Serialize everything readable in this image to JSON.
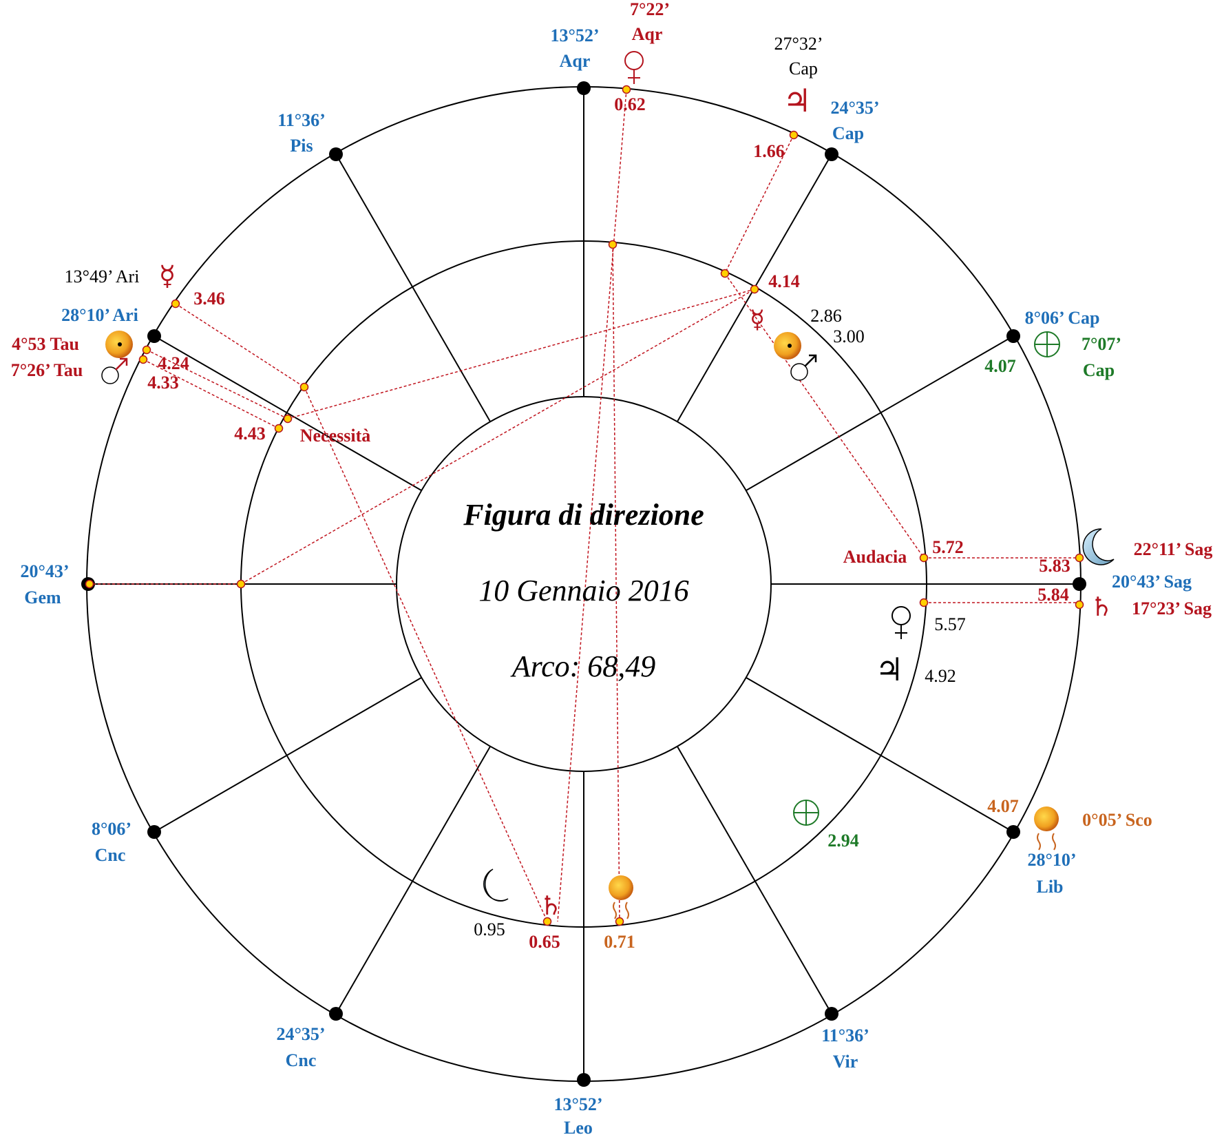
{
  "center": {
    "title": "Figura di direzione",
    "date": "10 Gennaio 2016",
    "arc": "Arco: 68,49"
  },
  "cusps": [
    {
      "deg": "13°52’",
      "sign": "Aqr"
    },
    {
      "deg": "11°36’",
      "sign": "Pis"
    },
    {
      "deg": "28°10’ Ari",
      "sign": ""
    },
    {
      "deg": "20°43’",
      "sign": "Gem"
    },
    {
      "deg": "8°06’",
      "sign": "Cnc"
    },
    {
      "deg": "24°35’",
      "sign": "Cnc"
    },
    {
      "deg": "13°52’",
      "sign": "Leo"
    },
    {
      "deg": "11°36’",
      "sign": "Vir"
    },
    {
      "deg": "28°10’",
      "sign": "Lib"
    },
    {
      "deg": "20°43’ Sag",
      "sign": ""
    },
    {
      "deg": "8°06’ Cap",
      "sign": ""
    },
    {
      "deg": "24°35’",
      "sign": "Cap"
    }
  ],
  "planet_labels": {
    "venus_top": {
      "deg": "7°22’",
      "sign": "Aqr",
      "value": "0.62"
    },
    "jupiter_top": {
      "deg": "27°32’",
      "sign": "Cap",
      "value": "1.66"
    },
    "mercury_left": {
      "label": "13°49’ Ari",
      "value": "3.46"
    },
    "sun_left": {
      "label": "4°53 Tau",
      "value": "4.24"
    },
    "mars_left": {
      "label": "7°26’ Tau",
      "value": "4.33"
    },
    "necessita": {
      "label": "Necessità",
      "value": "4.43"
    },
    "inner_414": "4.14",
    "inner_286": "2.86",
    "inner_300": "3.00",
    "fortune_right": {
      "deg": "7°07’",
      "sign": "Cap",
      "value": "4.07"
    },
    "moon_right": {
      "label": "22°11’ Sag",
      "value": "5.83"
    },
    "saturn_right": {
      "label": "17°23’ Sag",
      "value": "5.84"
    },
    "audacia": {
      "label": "Audacia",
      "value": "5.72"
    },
    "venus_inner": "5.57",
    "jupiter_inner": "4.92",
    "fortune_inner": "2.94",
    "node_right": {
      "label": "0°05’ Sco",
      "value": "4.07"
    },
    "moon_bottom": "0.95",
    "saturn_bottom": "0.65",
    "node_bottom": "0.71"
  },
  "colors": {
    "blue": "#1f6fb8",
    "red": "#b4141e",
    "green": "#1e7a28",
    "orange": "#c8641e",
    "black": "#000000"
  },
  "icons": {
    "venus": "venus-icon",
    "jupiter": "jupiter-icon",
    "mercury": "mercury-icon",
    "mars": "mars-icon",
    "saturn": "saturn-icon",
    "moon": "moon-icon",
    "sun": "sun-icon",
    "fortune": "part-of-fortune-icon",
    "node": "south-node-icon"
  }
}
